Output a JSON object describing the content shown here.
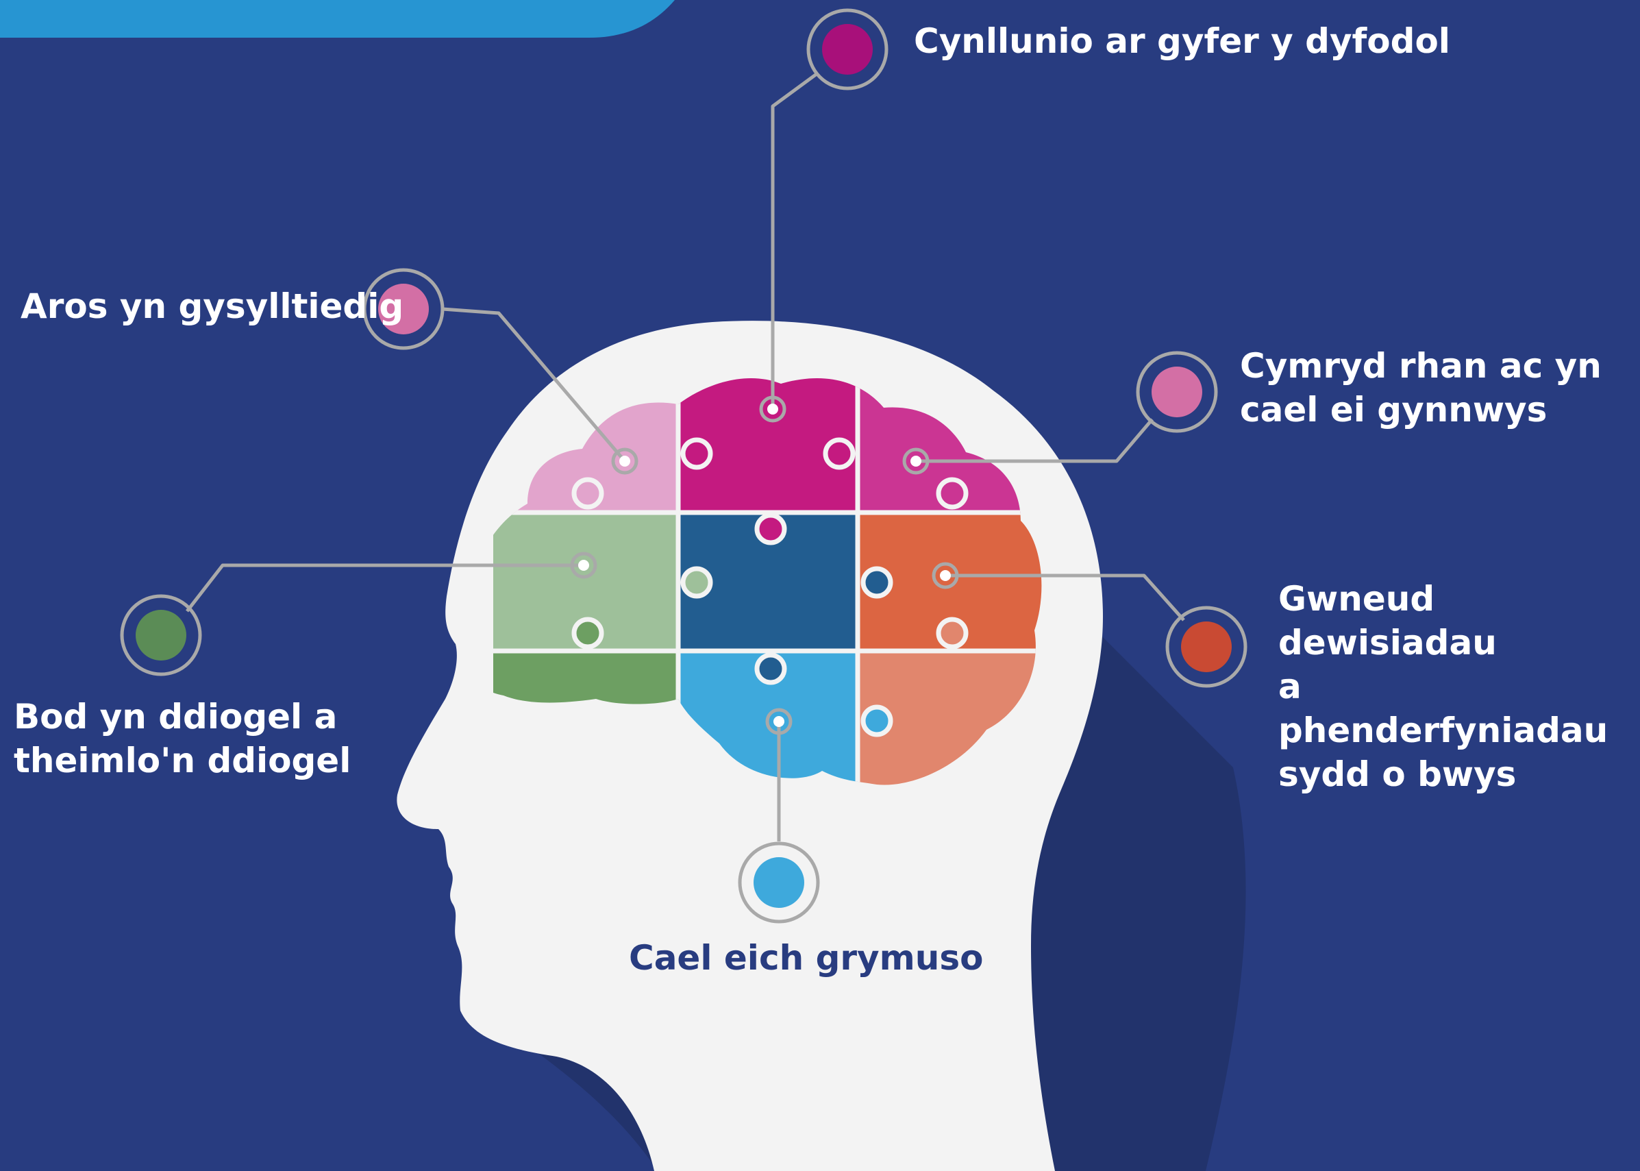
{
  "colors": {
    "background": "#283c80",
    "banner": "#2795d2",
    "head": "#f3f3f3",
    "head_shadow": "#22336c",
    "connector": "#a9a9a9",
    "piece_light_pink": "#e2a4cc",
    "piece_magenta": "#c41a80",
    "piece_pink": "#cb3593",
    "piece_light_green": "#9ec09a",
    "piece_navy_blue": "#225d90",
    "piece_orange": "#dc6542",
    "piece_green": "#6d9f62",
    "piece_light_blue": "#3ea9dc",
    "piece_salmon": "#e1866d"
  },
  "labels": [
    {
      "id": "planning",
      "text": "Cynllunio ar gyfer y dyfodol",
      "dot_color": "#a8107a"
    },
    {
      "id": "connected",
      "text": "Aros yn gysylltiedig",
      "dot_color": "#d36fa5"
    },
    {
      "id": "included",
      "text": "Cymryd rhan ac  yn\ncael ei gynnwys",
      "dot_color": "#d36fa5"
    },
    {
      "id": "safe",
      "text": "Bod yn ddiogel a\ntheimlo'n ddiogel",
      "dot_color": "#5b8c56"
    },
    {
      "id": "choices",
      "text": "Gwneud dewisiadau\na phenderfyniadau\nsydd o bwys",
      "dot_color": "#c94a33"
    },
    {
      "id": "empowered",
      "text": "Cael eich grymuso",
      "dot_color": "#3ea9dc"
    }
  ]
}
